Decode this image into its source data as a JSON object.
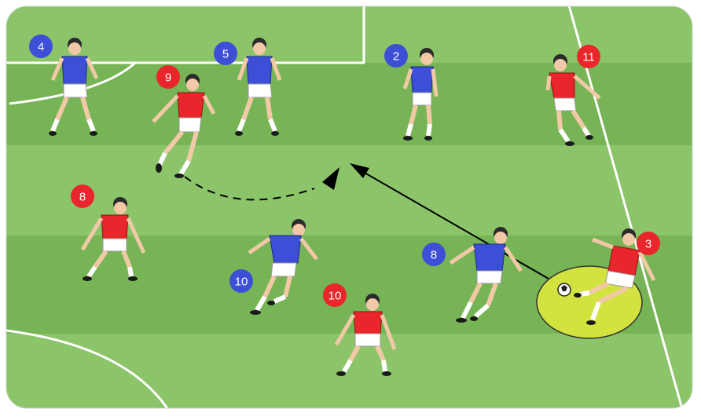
{
  "colors": {
    "grass_light": "#8cc46a",
    "grass_dark": "#74b252",
    "line": "#ffffff",
    "red_team": "#e8262b",
    "blue_team": "#3d4fd6",
    "highlight": "#d2e340"
  },
  "players": [
    {
      "team": "blue",
      "number": "4"
    },
    {
      "team": "blue",
      "number": "5"
    },
    {
      "team": "red",
      "number": "9"
    },
    {
      "team": "blue",
      "number": "2"
    },
    {
      "team": "red",
      "number": "11"
    },
    {
      "team": "red",
      "number": "8"
    },
    {
      "team": "blue",
      "number": "10"
    },
    {
      "team": "red",
      "number": "10"
    },
    {
      "team": "blue",
      "number": "8"
    },
    {
      "team": "red",
      "number": "3"
    }
  ],
  "arrows": [
    {
      "from_player": "red 3",
      "style": "solid",
      "meaning": "pass"
    },
    {
      "from_player": "red 9",
      "style": "dashed",
      "meaning": "run"
    }
  ]
}
